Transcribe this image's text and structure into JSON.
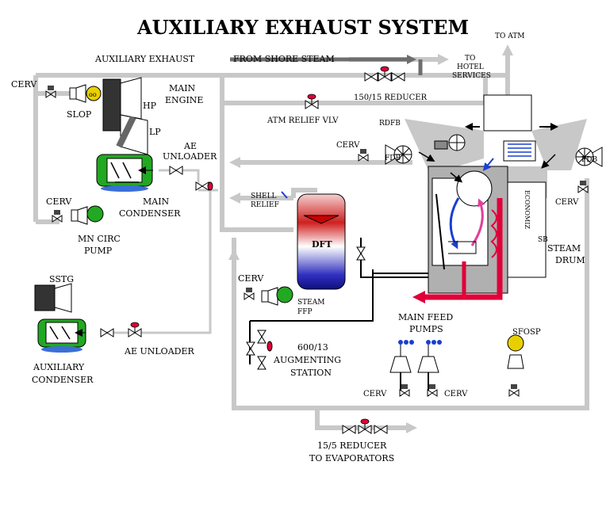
{
  "title": "AUXILIARY EXHAUST SYSTEM",
  "labels": {
    "aux_exhaust": "AUXILIARY EXHAUST",
    "from_shore_steam": "FROM SHORE STEAM",
    "to_atm": "TO ATM",
    "to_hotel_1": "TO",
    "to_hotel_2": "HOTEL",
    "to_hotel_3": "SERVICES",
    "reducer_150": "150/15 REDUCER",
    "atm_relief": "ATM RELIEF VLV",
    "cerv_top_left": "CERV",
    "slop": "SLOP",
    "hp": "HP",
    "lp": "LP",
    "main_engine_1": "MAIN",
    "main_engine_2": "ENGINE",
    "ae_unloader_1": "AE",
    "ae_unloader_2": "UNLOADER",
    "main_cond_1": "MAIN",
    "main_cond_2": "CONDENSER",
    "cerv_circ": "CERV",
    "mn_circ_1": "MN CIRC",
    "mn_circ_2": "PUMP",
    "shell_relief_1": "SHELL",
    "shell_relief_2": "RELIEF",
    "dft": "DFT",
    "cerv_fdb": "CERV",
    "fdb_left": "FDB",
    "fdb_right": "FDB",
    "rdfb": "RDFB",
    "cerv_right": "CERV",
    "steam_drum_1": "STEAM",
    "steam_drum_2": "DRUM",
    "economizer": "ECONOMIZ",
    "sb": "SB",
    "sstg": "SSTG",
    "aux_cond_1": "AUXILIARY",
    "aux_cond_2": "CONDENSER",
    "ae_unloader_low": "AE UNLOADER",
    "cerv_ffp": "CERV",
    "steam_ffp_1": "STEAM",
    "steam_ffp_2": "FFP",
    "augmenting_1": "600/13",
    "augmenting_2": "AUGMENTING",
    "augmenting_3": "STATION",
    "main_feed_1": "MAIN FEED",
    "main_feed_2": "PUMPS",
    "sfosp": "SFOSP",
    "cerv_mfp_left": "CERV",
    "cerv_mfp_right": "CERV",
    "evap_1": "15/5 REDUCER",
    "evap_2": "TO EVAPORATORS"
  },
  "colors": {
    "pipe": "#c8c8c8",
    "pump_green": "#22a822",
    "slop_yellow": "#e8d000",
    "feed_red": "#e0003a",
    "valve_red": "#e0003a",
    "dft_top": "#cc0000",
    "dft_bottom": "#1010a0",
    "blue_line": "#1a3fd0",
    "magenta": "#e0409a",
    "boiler_grey": "#a0a0a0"
  }
}
